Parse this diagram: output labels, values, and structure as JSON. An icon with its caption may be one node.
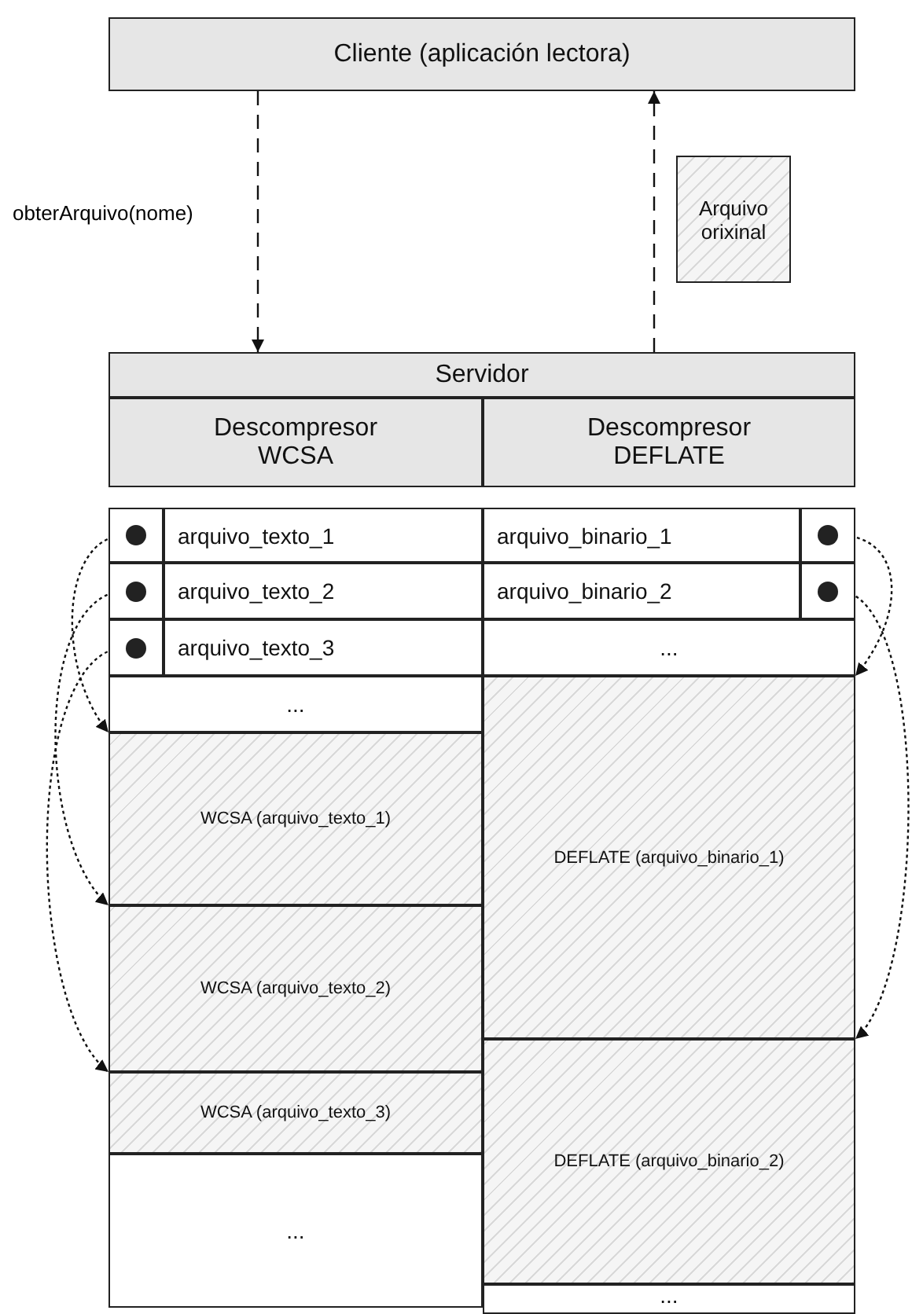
{
  "diagram": {
    "nodes": [
      {
        "text": [
          "Cliente (aplicación lectora)"
        ]
      },
      {
        "text": [
          "Arquivo orixinal"
        ]
      },
      {
        "text": [
          "Servidor"
        ]
      },
      {
        "text": [
          "Descompresor WCSA"
        ]
      },
      {
        "text": [
          "Descompresor DEFLATE"
        ]
      },
      {
        "text": [],
        "shape": "circle"
      },
      {
        "text": [
          "arquivo_texto_1"
        ]
      },
      {
        "text": [
          "arquivo_binario_1"
        ]
      },
      {
        "text": [],
        "shape": "circle"
      },
      {
        "text": [],
        "shape": "circle"
      },
      {
        "text": [
          "arquivo_texto_2"
        ]
      },
      {
        "text": [
          "arquivo_binario_2"
        ]
      },
      {
        "text": [],
        "shape": "circle"
      },
      {
        "text": [],
        "shape": "circle"
      },
      {
        "text": [
          "arquivo_texto_3"
        ]
      },
      {
        "text": [
          "..."
        ]
      },
      {
        "text": [
          "..."
        ]
      },
      {
        "text": [
          "DEFLATE (arquivo_binario_1)"
        ]
      },
      {
        "text": [
          "WCSA (arquivo_texto_1)"
        ]
      },
      {
        "text": [
          "WCSA (arquivo_texto_2)"
        ]
      },
      {
        "text": [
          "DEFLATE (arquivo_binario_2)"
        ]
      },
      {
        "text": [
          "WCSA (arquivo_texto_3)"
        ]
      },
      {
        "text": [
          "..."
        ]
      },
      {
        "text": [
          "..."
        ]
      }
    ],
    "edges": [
      {
        "from": 0,
        "to": 2,
        "arrow": "to",
        "style": "dashed",
        "label": "obterArquivo(nome)"
      },
      {
        "from": 2,
        "to": 0,
        "arrow": "to",
        "style": "dashed"
      },
      {
        "from": 5,
        "to": 18,
        "arrow": "to",
        "style": "dashed"
      },
      {
        "from": 9,
        "to": 19,
        "arrow": "to",
        "style": "dashed"
      },
      {
        "from": 13,
        "to": 21,
        "arrow": "to",
        "style": "dashed"
      },
      {
        "from": 8,
        "to": 17,
        "arrow": "to",
        "style": "dashed"
      },
      {
        "from": 12,
        "to": 20,
        "arrow": "to",
        "style": "dashed"
      }
    ]
  }
}
